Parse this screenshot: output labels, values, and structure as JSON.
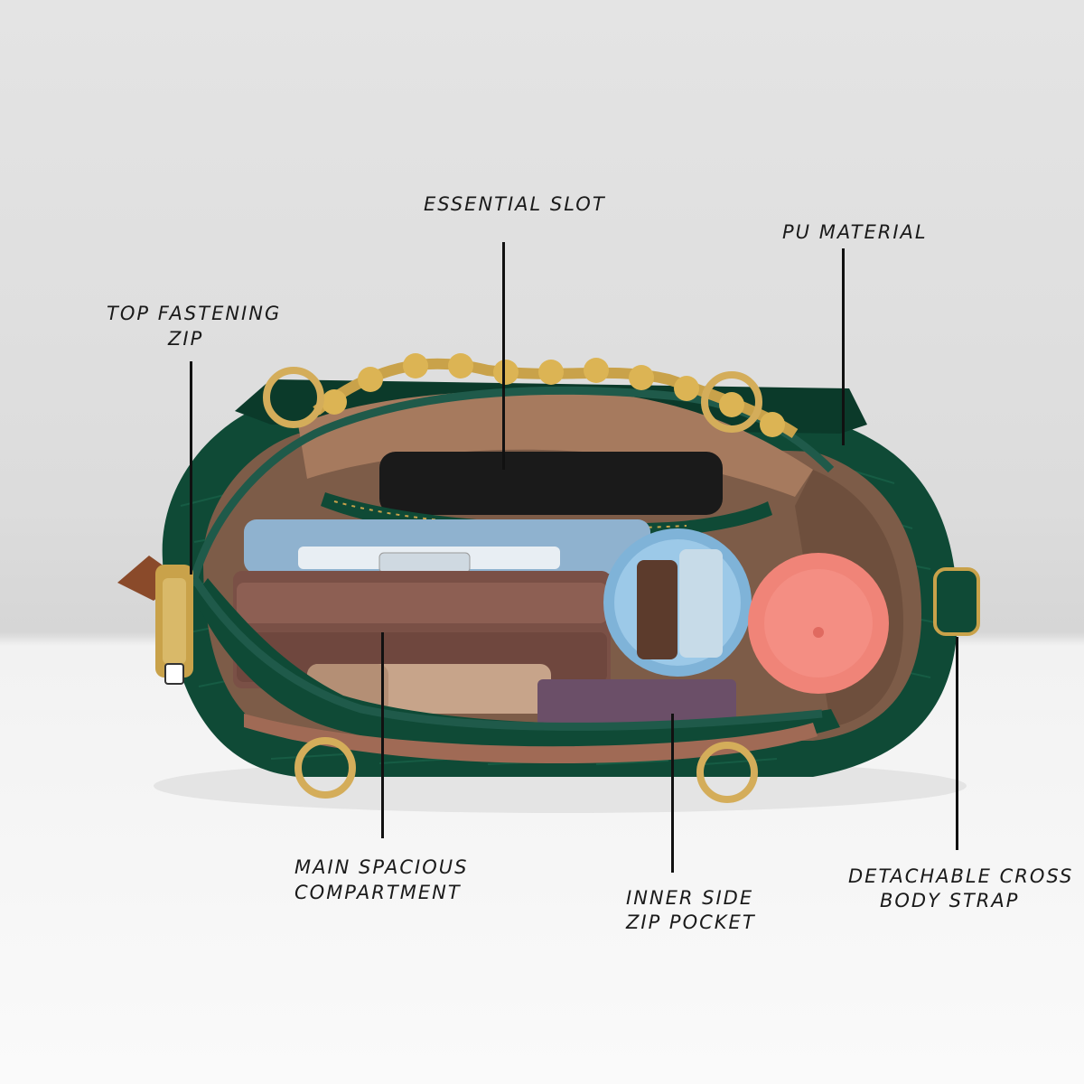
{
  "labels": {
    "essential_slot": "ESSENTIAL SLOT",
    "pu_material": "PU MATERIAL",
    "top_fastening_zip_line1": "TOP FASTENING",
    "top_fastening_zip_line2": "ZIP",
    "main_compartment_line1": "MAIN SPACIOUS",
    "main_compartment_line2": "COMPARTMENT",
    "inner_zip_pocket_line1": "INNER SIDE",
    "inner_zip_pocket_line2": "ZIP POCKET",
    "detachable_strap_line1": "DETACHABLE CROSS",
    "detachable_strap_line2": "BODY STRAP"
  },
  "colors": {
    "bag_green": "#0f4a36",
    "bag_green_dark": "#0a3324",
    "zip_green": "#1f5a4a",
    "lining_brown": "#8a6a55",
    "gold": "#c9a24a",
    "wallet": "#7a5046",
    "phone_blue": "#8fb2cf",
    "lip_balm_blue": "#8ec0e0",
    "compact_pink": "#f08080"
  }
}
